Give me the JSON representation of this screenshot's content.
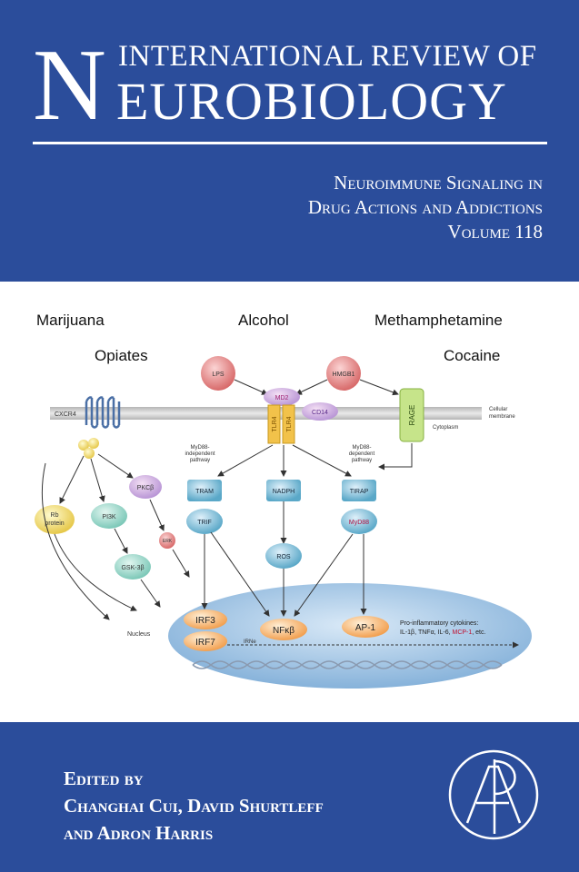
{
  "series": {
    "line1": "International Review of",
    "big_initial": "N",
    "line2": "EUROBIOLOGY"
  },
  "volume": {
    "title_line1": "Neuroimmune Signaling in",
    "title_line2": "Drug Actions and Addictions",
    "number": "Volume 118"
  },
  "figure": {
    "drugs": [
      "Marijuana",
      "Alcohol",
      "Methamphetamine",
      "Opiates",
      "Cocaine"
    ],
    "nodes": {
      "lps": "LPS",
      "hmgb1": "HMGB1",
      "md2": "MD2",
      "tlr4a": "TLR4",
      "tlr4b": "TLR4",
      "cd14": "CD14",
      "rage": "RAGE",
      "cxcr4": "CXCR4",
      "cell_membrane_1": "Cellular",
      "cell_membrane_2": "membrane",
      "cytoplasm": "Cytoplasm",
      "myd88_indep_1": "MyD88-",
      "myd88_indep_2": "independent",
      "myd88_indep_3": "pathway",
      "myd88_dep_1": "MyD88-",
      "myd88_dep_2": "dependent",
      "myd88_dep_3": "pathway",
      "tram": "TRAM",
      "nadph": "NADPH",
      "tirap": "TIRAP",
      "trif": "TRIF",
      "myd88": "MyD88",
      "ros": "ROS",
      "pkc": "PKCβ",
      "pi3k": "PI3K",
      "gsk": "GSK-3β",
      "rb_1": "Rb",
      "rb_2": "protein",
      "erk": "ERK",
      "nucleus": "Nucleus",
      "irf3": "IRF3",
      "irf7": "IRF7",
      "nfkb": "NFκβ",
      "ap1": "AP-1",
      "cyto_1": "Pro-inflammatory cytokines:",
      "cyto_2a": "IL-1β, TNFα, IL-6, ",
      "cyto_2b": "MCP-1",
      "cyto_2c": ", etc.",
      "irne": "IRNe"
    }
  },
  "editors": {
    "line1": "Edited by",
    "line2": "Changhai Cui, David Shurtleff",
    "line3": "and Adron Harris"
  },
  "publisher": {
    "logo_letters": "AP",
    "icon": "elsevier-ap-logo"
  },
  "colors": {
    "cover_blue": "#2b4d9b",
    "node_blue": "#5aa8c8",
    "nucleus_blue": "#8fb8dc"
  }
}
